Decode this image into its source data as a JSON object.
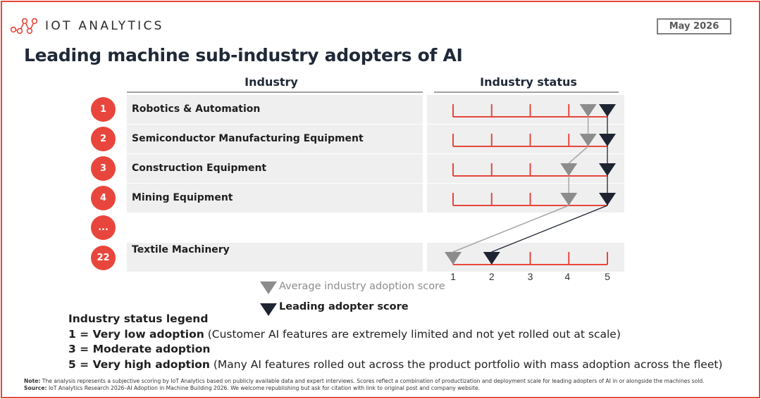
{
  "header": {
    "logo_text": "IOT ANALYTICS",
    "date": "May 2026",
    "title": "Leading machine sub-industry adopters of AI"
  },
  "columns": {
    "industry": "Industry",
    "status": "Industry status"
  },
  "chart_data": {
    "type": "scatter",
    "xlim": [
      1,
      5
    ],
    "ticks": [
      "1",
      "2",
      "3",
      "4",
      "5"
    ],
    "rows": [
      {
        "rank": "1",
        "label": "Robotics & Automation",
        "average": 4.5,
        "leading": 5.0
      },
      {
        "rank": "2",
        "label": "Semiconductor Manufacturing Equipment",
        "average": 4.5,
        "leading": 5.0
      },
      {
        "rank": "3",
        "label": "Construction Equipment",
        "average": 4.0,
        "leading": 5.0
      },
      {
        "rank": "4",
        "label": "Mining Equipment",
        "average": 4.0,
        "leading": 5.0
      },
      {
        "rank": "...",
        "label": "",
        "average": null,
        "leading": null
      },
      {
        "rank": "22",
        "label": "Textile Machinery",
        "average": 1.0,
        "leading": 2.0
      }
    ],
    "series": [
      {
        "name": "Average industry adoption score",
        "color": "#8c8c8c"
      },
      {
        "name": "Leading adopter score",
        "color": "#1f2433"
      }
    ],
    "scale_color": "#e8463c"
  },
  "legend": {
    "heading": "Industry status legend",
    "items": [
      {
        "key": "1 = Very low adoption",
        "desc": " (Customer AI features are extremely limited and not yet rolled out at scale)"
      },
      {
        "key": "3 = Moderate adoption",
        "desc": ""
      },
      {
        "key": "5 = Very high adoption",
        "desc": " (Many AI features rolled out across the product portfolio with mass adoption across the fleet)"
      }
    ]
  },
  "notes": {
    "note_label": "Note:",
    "note_text": " The analysis represents a subjective scoring by IoT Analytics based on publicly available data and expert interviews. Scores reflect a combination of productization and deployment scale for leading adopters of AI in or alongside the machines sold.",
    "source_label": "Source:",
    "source_text": " IoT Analytics Research 2026–AI Adoption in Machine Building 2026. We welcome republishing but ask for citation with link to original post and company website."
  }
}
